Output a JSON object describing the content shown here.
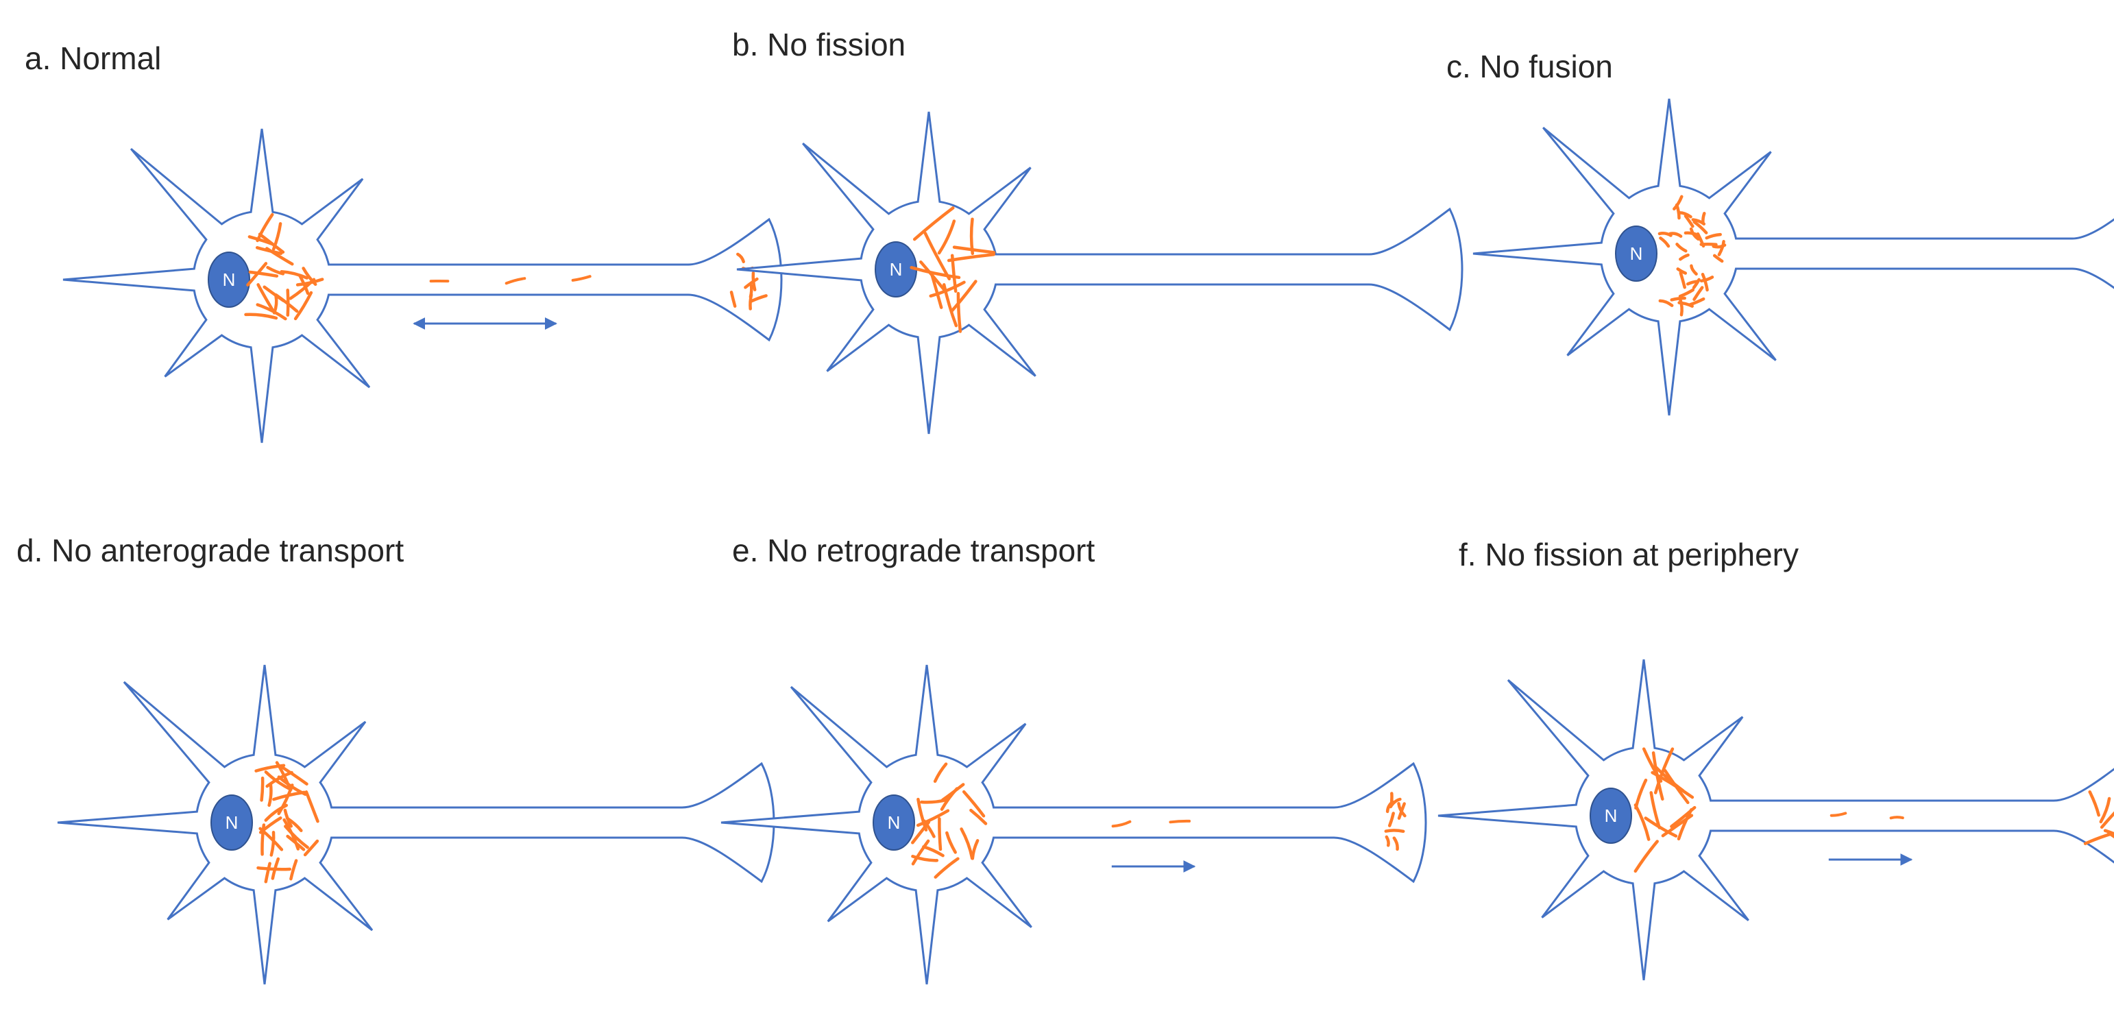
{
  "figure": {
    "nucleus_label": "N",
    "colors": {
      "outline": "#4472c4",
      "nucleus": "#4472c4",
      "mitochondria": "#ff7c28",
      "label_text": "#262626"
    },
    "panels": [
      {
        "id": "a",
        "label": "a. Normal",
        "soma_mitochondria": "many, mixed",
        "axon_mitochondria": "few, fragmented",
        "terminal_mitochondria": "present",
        "transport_arrow": "bidirectional"
      },
      {
        "id": "b",
        "label": "b. No fission",
        "soma_mitochondria": "long, tangled",
        "axon_mitochondria": "none",
        "terminal_mitochondria": "none",
        "transport_arrow": "none"
      },
      {
        "id": "c",
        "label": "c. No fusion",
        "soma_mitochondria": "many, short fragments",
        "axon_mitochondria": "none",
        "terminal_mitochondria": "none",
        "transport_arrow": "none"
      },
      {
        "id": "d",
        "label": "d. No anterograde transport",
        "soma_mitochondria": "many, crowded",
        "axon_mitochondria": "none",
        "terminal_mitochondria": "none",
        "transport_arrow": "none"
      },
      {
        "id": "e",
        "label": "e. No retrograde transport",
        "soma_mitochondria": "many",
        "axon_mitochondria": "few, fragmented",
        "terminal_mitochondria": "accumulated",
        "transport_arrow": "anterograde"
      },
      {
        "id": "f",
        "label": "f. No fission at periphery",
        "soma_mitochondria": "long",
        "axon_mitochondria": "few, fragmented",
        "terminal_mitochondria": "long, accumulated",
        "transport_arrow": "anterograde"
      }
    ]
  }
}
